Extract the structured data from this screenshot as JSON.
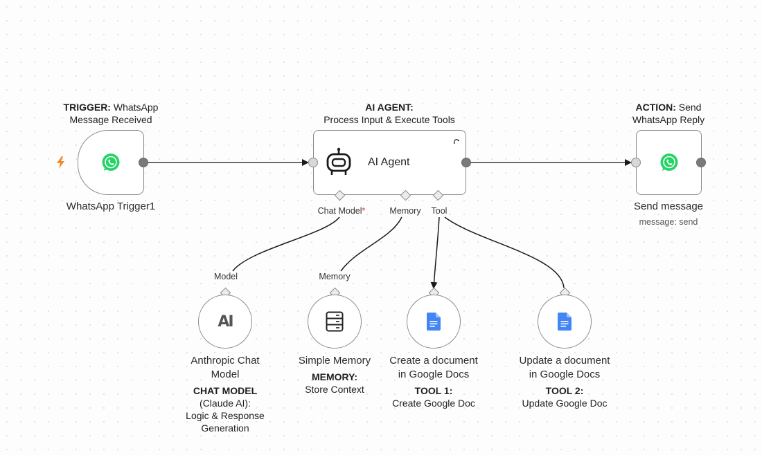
{
  "trigger": {
    "annotation_bold": "TRIGGER:",
    "annotation_rest": "WhatsApp",
    "annotation_line2": "Message Received",
    "node_label": "WhatsApp Trigger1",
    "icon": "whatsapp-icon",
    "bolt_icon": "lightning-bolt-icon"
  },
  "agent": {
    "annotation_bold": "AI AGENT:",
    "annotation_line2": "Process Input & Execute Tools",
    "node_label": "AI Agent",
    "icon": "robot-icon",
    "ports": {
      "chat_model": "Chat Model",
      "required_mark": "*",
      "memory": "Memory",
      "tool": "Tool"
    }
  },
  "action": {
    "annotation_bold": "ACTION:",
    "annotation_rest": "Send",
    "annotation_line2": "WhatsApp Reply",
    "node_label": "Send message",
    "subtitle": "message: send",
    "icon": "whatsapp-icon"
  },
  "sub_nodes": {
    "model": {
      "port_label": "Model",
      "label_line1": "Anthropic Chat",
      "label_line2": "Model",
      "annot_line1": "CHAT MODEL",
      "annot_line2": "(Claude AI):",
      "annot_line3": "Logic & Response",
      "annot_line4": "Generation",
      "icon": "anthropic-icon",
      "icon_text": "AI"
    },
    "memory": {
      "port_label": "Memory",
      "label_line1": "Simple Memory",
      "annot_line1": "MEMORY:",
      "annot_line2": "Store Context",
      "icon": "database-icon"
    },
    "tool1": {
      "label_line1": "Create a document",
      "label_line2": "in Google Docs",
      "annot_line1": "TOOL 1:",
      "annot_line2": "Create Google Doc",
      "icon": "google-docs-icon"
    },
    "tool2": {
      "label_line1": "Update a document",
      "label_line2": "in Google Docs",
      "annot_line1": "TOOL 2:",
      "annot_line2": "Update Google Doc",
      "icon": "google-docs-icon"
    }
  },
  "colors": {
    "whatsapp_green": "#25d366",
    "docs_blue": "#4285f4",
    "bolt_orange": "#f08a24",
    "required_red": "#e0342b"
  }
}
